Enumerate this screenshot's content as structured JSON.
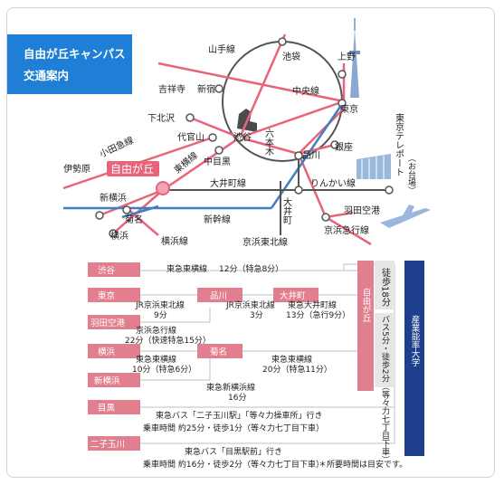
{
  "header": {
    "title_line1": "自由が丘キャンパス",
    "title_line2": "交通案内"
  },
  "colors": {
    "accent_blue": "#1f7ed6",
    "line_red": "#e8647a",
    "line_blue": "#3f7fc2",
    "line_gray": "#555555",
    "station_pink": "#e27f8f",
    "campus_navy": "#1d3f8c",
    "walk_gray": "#e6e6e6"
  },
  "map": {
    "lines": {
      "yamanote": "山手線",
      "chuo": "中央線",
      "odakyu": "小田急線",
      "toyoko": "東横線",
      "oimachi": "大井町線",
      "shinkansen": "新幹線",
      "yokohama": "横浜線",
      "rinkai": "りんかい線",
      "keihin_tohoku": "京浜東北線",
      "keikyu": "京浜急行線",
      "roppongi": "六本木"
    },
    "stations": {
      "ikebukuro": "池袋",
      "ueno": "上野",
      "kichijoji": "吉祥寺",
      "shinjuku": "新宿",
      "shimokitazawa": "下北沢",
      "daikanyama": "代官山",
      "shibuya": "渋谷",
      "tokyo": "東京",
      "nakameguro": "中目黒",
      "ginza": "銀座",
      "shinagawa": "品川",
      "isehara": "伊勢原",
      "jiyugaoka": "自由が丘",
      "shinyokohama": "新横浜",
      "kikuna": "菊名",
      "yokohama": "横浜",
      "oimachi": "大井町",
      "haneda": "羽田空港",
      "teleport": "東京テレポート",
      "odaiba": "（お台場）"
    }
  },
  "timetable": {
    "origins": [
      "渋谷",
      "東京",
      "羽田空港",
      "横浜",
      "新横浜",
      "目黒",
      "二子玉川"
    ],
    "mid_stations": [
      "品川",
      "大井町",
      "菊名"
    ],
    "destination": "自由が丘",
    "routes": [
      {
        "line": "東急東横線",
        "time": "12分（特急8分）"
      },
      {
        "line": "JR京浜東北線",
        "time": "9分"
      },
      {
        "line": "JR京浜東北線",
        "time": "3分"
      },
      {
        "line": "東急大井町線",
        "time": "13分（急行9分）"
      },
      {
        "line": "京浜急行線",
        "time": "22分（快速特急15分）"
      },
      {
        "line": "東急東横線",
        "time": "10分（特急6分）"
      },
      {
        "line": "東急東横線",
        "time": "20分（特急11分）"
      },
      {
        "line": "東急新横浜線",
        "time": "16分"
      },
      {
        "line": "東急バス「二子玉川駅」「等々力操車所」行き",
        "time": "乗車時間 約25分・徒歩1分（等々力七丁目下車）"
      },
      {
        "line": "東急バス「目黒駅前」行き",
        "time": "乗車時間 約16分・徒歩2分（等々力七丁目下車）"
      }
    ],
    "walk_time": "徒歩18分",
    "bus_note": "バス5分・徒歩2分（等々力七丁目下車）",
    "university": "産業能率大学",
    "note": "＊所要時間は目安です。"
  }
}
